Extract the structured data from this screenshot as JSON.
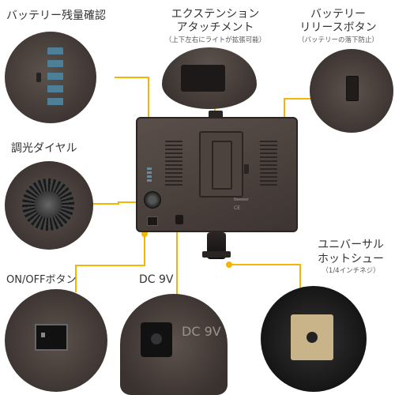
{
  "labels": {
    "battery_level": "バッテリー残量確認",
    "extension_title": "エクステンション",
    "extension_title2": "アタッチメント",
    "extension_sub": "（上下左右にライトが拡張可能）",
    "battery_release_title": "バッテリー",
    "battery_release_title2": "リリースボタン",
    "battery_release_sub": "（バッテリーの落下防止）",
    "dimmer": "調光ダイヤル",
    "onoff": "ON/OFFボタン",
    "dc9v": "DC 9V",
    "hotshoe_title": "ユニバーサル",
    "hotshoe_title2": "ホットシュー",
    "hotshoe_sub": "（1/4インチネジ）"
  },
  "device_text": {
    "port_label": "DC 9V",
    "model": "Neewer",
    "ce": "CE"
  },
  "colors": {
    "accent": "#f2b705",
    "panel": "#4a413d",
    "panel_dark": "#2c2624",
    "metal": "#c9b48a"
  }
}
